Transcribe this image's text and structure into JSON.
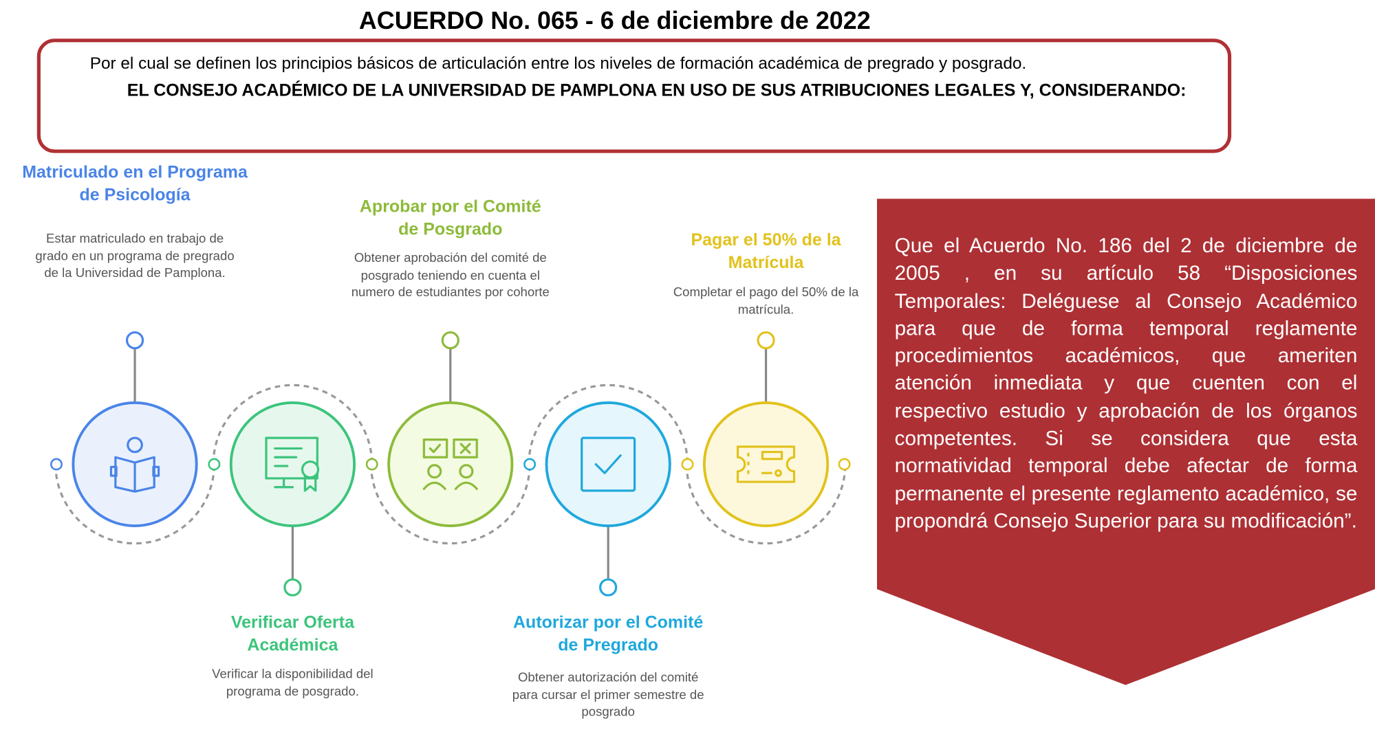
{
  "header": {
    "title": "ACUERDO No. 065 - 6  de diciembre de 2022",
    "subtitle": "Por el cual se definen los principios básicos de articulación entre los niveles de formación académica de pregrado y posgrado.",
    "council": "EL CONSEJO ACADÉMICO DE LA UNIVERSIDAD DE PAMPLONA EN USO DE SUS ATRIBUCIONES LEGALES Y, CONSIDERANDO:"
  },
  "steps": [
    {
      "title": "Matriculado en el Programa de Psicología",
      "desc": "Estar matriculado en trabajo de grado en un programa de pregrado de la Universidad de Pamplona.",
      "color": "#4a84e8",
      "icon": "reading-person-icon"
    },
    {
      "title": "Verificar Oferta Académica",
      "desc": "Verificar la disponibilidad del programa de posgrado.",
      "color": "#3cc47c",
      "icon": "certificate-icon"
    },
    {
      "title": "Aprobar por el Comité de Posgrado",
      "desc": "Obtener aprobación del comité de posgrado teniendo en cuenta el numero de estudiantes por cohorte",
      "color": "#8dbb3a",
      "icon": "voting-people-icon"
    },
    {
      "title": "Autorizar por el Comité de Pregrado",
      "desc": "Obtener autorización del comité para cursar el primer semestre de posgrado",
      "color": "#1fa8dc",
      "icon": "checkbox-icon"
    },
    {
      "title": "Pagar el 50% de la Matrícula",
      "desc": "Completar el pago del 50% de la matrícula.",
      "color": "#e2c21c",
      "icon": "ticket-icon"
    }
  ],
  "considerando": "Que el Acuerdo No. 186 del 2 de diciembre de 2005 , en su artículo 58 “Disposiciones Temporales: Deléguese al Consejo Académico para que de forma temporal reglamente procedimientos académicos, que ameriten atención inmediata y que cuenten con el respectivo estudio y aprobación de los órganos competentes. Si se considera que esta normatividad temporal debe afectar de forma permanente el presente reglamento académico, se propondrá Consejo Superior para su modificación”.",
  "accent": "#ad3034"
}
